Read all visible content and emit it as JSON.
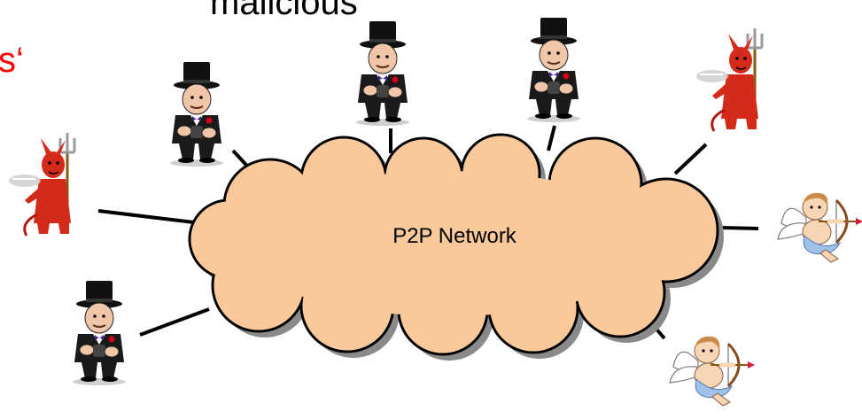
{
  "title": {
    "line1": "malicious",
    "line2": "s‘"
  },
  "network": {
    "label": "P2P Network",
    "fill": "#f9c89b",
    "shadow": "#8a8a8a"
  },
  "colors": {
    "title_line1": "#000000",
    "title_line2": "#ff0000",
    "link": "#000000"
  },
  "peers": [
    {
      "kind": "businessman",
      "icon": "businessman-icon"
    },
    {
      "kind": "businessman",
      "icon": "businessman-icon"
    },
    {
      "kind": "businessman",
      "icon": "businessman-icon"
    },
    {
      "kind": "businessman",
      "icon": "businessman-icon"
    },
    {
      "kind": "devil",
      "icon": "devil-icon"
    },
    {
      "kind": "devil",
      "icon": "devil-icon"
    },
    {
      "kind": "cupid",
      "icon": "cupid-icon"
    },
    {
      "kind": "cupid",
      "icon": "cupid-icon"
    }
  ]
}
